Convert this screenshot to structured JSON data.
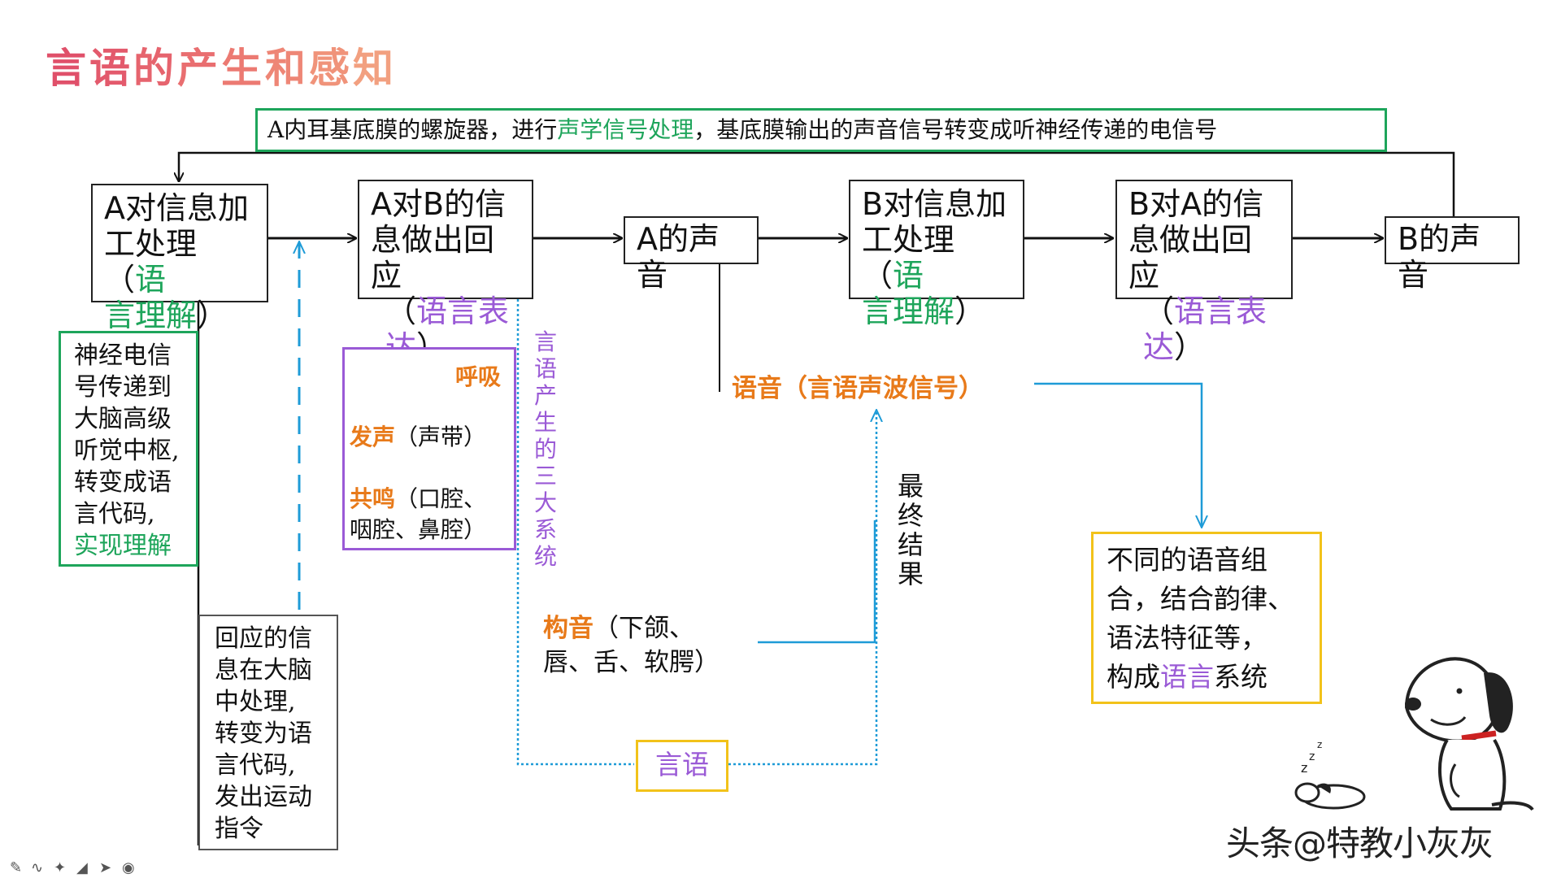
{
  "title": {
    "chars": [
      "言",
      "语",
      "的",
      "产",
      "生",
      "和",
      "感",
      "知"
    ],
    "colors": [
      "#e0506a",
      "#e35a6c",
      "#e6646e",
      "#e96e70",
      "#ec7a72",
      "#ee8676",
      "#f0937a",
      "#f2a080"
    ]
  },
  "top_note": {
    "part1": "A内耳基底膜的螺旋器，进行",
    "highlight": "声学信号处理",
    "part2": "，基底膜输出的声音信号转变成听神经传递的电信号"
  },
  "flow": {
    "a_process": {
      "line1": "A对信息加",
      "line2a": "工处理（",
      "line2b": "语",
      "line3a": "言理解",
      "line3b": "）"
    },
    "a_respond": {
      "line1": "A对B的信",
      "line2": "息做出回应",
      "line3a": "（",
      "line3b": "语言表达",
      "line3c": "）"
    },
    "a_voice": "A的声音",
    "b_process": {
      "line1": "B对信息加",
      "line2a": "工处理（",
      "line2b": "语",
      "line3a": "言理解",
      "line3b": "）"
    },
    "b_respond": {
      "line1": "B对A的信",
      "line2": "息做出回应",
      "line3a": "（",
      "line3b": "语言表达",
      "line3c": "）"
    },
    "b_voice": "B的声音"
  },
  "nerve_box": {
    "lines": [
      "神经电信",
      "号传递到",
      "大脑高级",
      "听觉中枢,",
      "转变成语",
      "言代码,"
    ],
    "highlight": "实现理解"
  },
  "respond_box": {
    "lines": [
      "回应的信",
      "息在大脑",
      "中处理,",
      "转变为语",
      "言代码,",
      "发出运动",
      "指令"
    ]
  },
  "systems_box": {
    "breath": "呼吸",
    "phonation": "发声",
    "phonation_note": "（声带）",
    "resonance": "共鸣",
    "resonance_note1": "（口腔、",
    "resonance_note2": "咽腔、鼻腔）"
  },
  "vertical_label": [
    "言",
    "语",
    "产",
    "生",
    "的",
    "三",
    "大",
    "系",
    "统"
  ],
  "speech_sound": "语音（言语声波信号）",
  "final_result": [
    "最",
    "终",
    "结",
    "果"
  ],
  "articulation": {
    "label": "构音",
    "note1": "（下颌、",
    "note2": "唇、舌、软腭）"
  },
  "speech_box": "言语",
  "language_box": {
    "line1": "不同的语音组",
    "line2": "合，结合韵律、",
    "line3": "语法特征等，",
    "line4a": "构成",
    "line4b": "语言",
    "line4c": "系统"
  },
  "watermark": "头条@特教小灰灰",
  "colors": {
    "green": "#1ea55b",
    "purple": "#9a5ad6",
    "orange": "#e87a1a",
    "blue": "#1e9bd7",
    "yellow": "#f2c21a",
    "dark": "#222222"
  }
}
